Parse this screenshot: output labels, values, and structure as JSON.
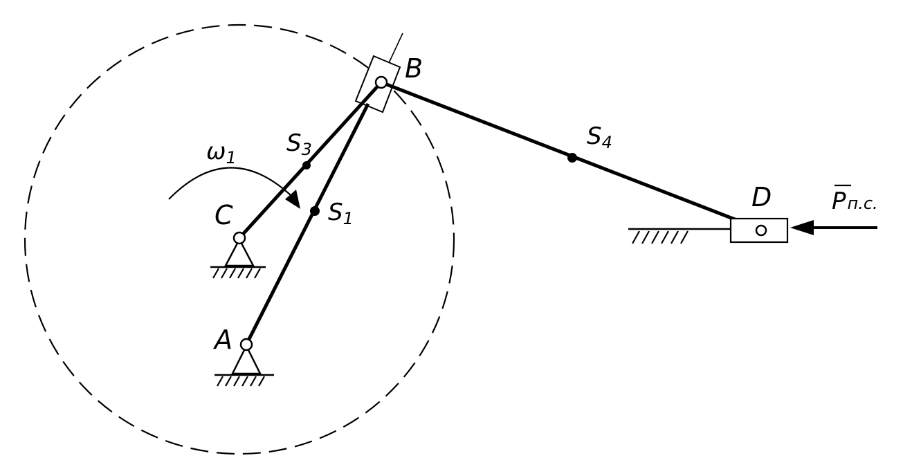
{
  "labels": {
    "a": "A",
    "b": "B",
    "c": "C",
    "d": "D",
    "omega_main": "ω",
    "omega_sub": "1",
    "s1_main": "S",
    "s1_sub": "1",
    "s3_main": "S",
    "s3_sub": "3",
    "s4_main": "S",
    "s4_sub": "4",
    "force": "P",
    "force_sub": "п.с."
  },
  "colors": {
    "ink": "#000000",
    "paper": "#ffffff"
  },
  "icons": {
    "ground_support": "hatched-ground-icon",
    "pin_joint": "pin-joint-icon",
    "slider_block": "slider-block-icon",
    "force_arrow": "arrow-left-icon",
    "rotation_arrow": "curved-arrow-icon"
  }
}
